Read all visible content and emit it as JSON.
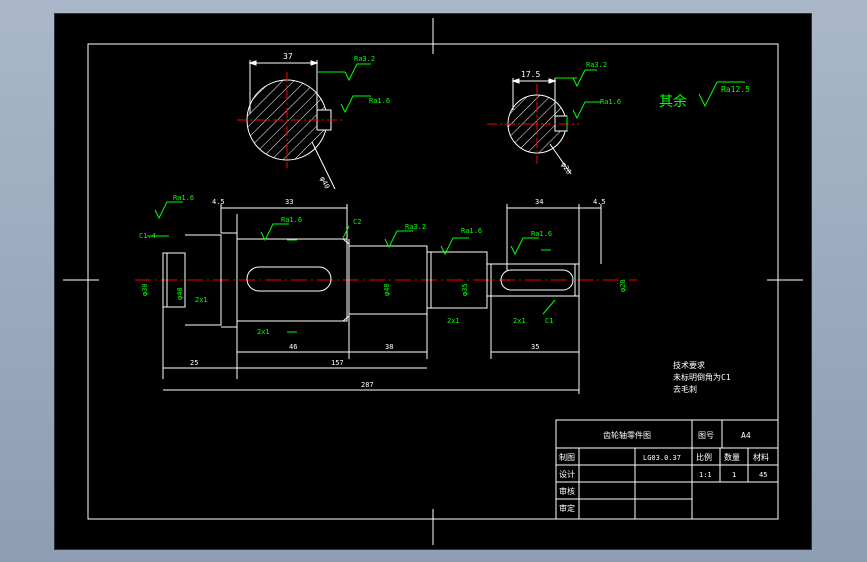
{
  "colors": {
    "background": "#000000",
    "frame": "#ffffff",
    "dimension": "#ffffff",
    "annotation": "#00ff00",
    "centerline": "#ff0000",
    "hatch": "#ffffff",
    "title_block": "#ffffff"
  },
  "section_a": {
    "width_dim": "37",
    "roughness_1": "Ra3.2",
    "roughness_2": "Ra1.6",
    "diameter_note": "φ40"
  },
  "section_b": {
    "width_dim": "17.5",
    "roughness_1": "Ra3.2",
    "roughness_2": "Ra1.6",
    "diameter_note": "φ20"
  },
  "general_roughness": {
    "prefix": "其余",
    "value": "Ra12.5"
  },
  "shaft": {
    "roughness_left": "Ra1.6",
    "chamfer_left": "C1.4",
    "dim_4_5_left": "4.5",
    "dim_33": "33",
    "roughness_key_1": "Ra1.6",
    "chamfer_c2": "C2",
    "roughness_ra3_2": "Ra3.2",
    "roughness_ra1_6": "Ra1.6",
    "dim_34": "34",
    "dim_4_5_right": "4.5",
    "roughness_key_2": "Ra1.6",
    "dia_left_end": "φ30",
    "dia_bearing_left": "φ40",
    "dia_middle": "φ48",
    "dia_bearing_right": "φ35",
    "dia_right_end": "φ20",
    "undercut_1": "2x1",
    "undercut_2": "2x1",
    "undercut_3": "2x1",
    "undercut_4": "2x1",
    "chamfer_c1": "C1",
    "dim_25": "25",
    "dim_46": "46",
    "dim_38": "38",
    "dim_157": "157",
    "dim_35": "35",
    "dim_287": "287"
  },
  "tech_notes": {
    "line1": "技术要求",
    "line2": "未标明倒角为C1",
    "line3": "去毛刺"
  },
  "title_block": {
    "title": "齿轮轴零件图",
    "drawing_no_label": "图号",
    "drawing_no_value": "A4",
    "draw_label": "制图",
    "draw_value": "LG03.0.37",
    "ratio_label": "比例",
    "qty_label": "数量",
    "material_label": "材料",
    "ratio_value": "1:1",
    "qty_value": "1",
    "material_value": "45",
    "design_label": "设计",
    "check_label": "审核",
    "approve_label": "审定"
  }
}
